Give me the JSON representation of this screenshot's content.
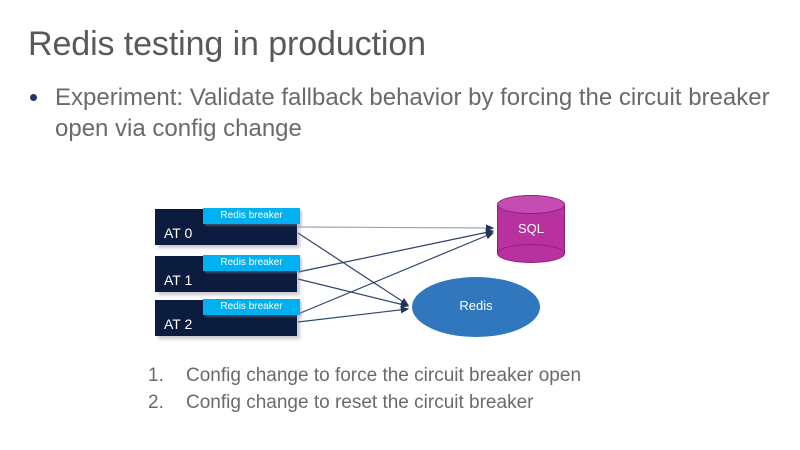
{
  "slide": {
    "title": "Redis testing in production"
  },
  "bullets": [
    {
      "marker": "bullet-dot",
      "text": "Experiment: Validate fallback behavior by forcing the circuit breaker open via config change"
    }
  ],
  "diagram": {
    "at_nodes": [
      {
        "label": "AT 0",
        "breaker_label": "Redis breaker"
      },
      {
        "label": "AT 1",
        "breaker_label": "Redis breaker"
      },
      {
        "label": "AT 2",
        "breaker_label": "Redis breaker"
      }
    ],
    "datastores": [
      {
        "name": "SQL",
        "shape": "cylinder"
      },
      {
        "name": "Redis",
        "shape": "ellipse"
      }
    ]
  },
  "steps": [
    {
      "number": "1.",
      "text": "Config change to force the circuit breaker open"
    },
    {
      "number": "2.",
      "text": "Config change to reset the circuit breaker"
    }
  ],
  "colors": {
    "title_gray": "#595959",
    "body_gray": "#6a6a6a",
    "at_navy": "#0c1c3e",
    "breaker_cyan": "#00b0f0",
    "sql_magenta": "#b9309f",
    "redis_blue": "#3077bd",
    "connector_navy": "#2f4470",
    "bullet_navy": "#1f3864"
  }
}
